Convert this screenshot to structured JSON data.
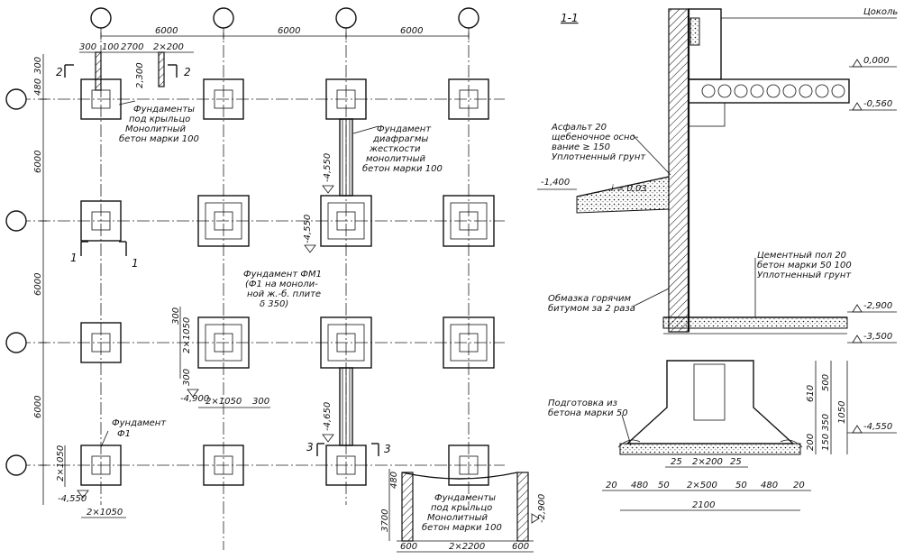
{
  "plan": {
    "top_spans": [
      "6000",
      "6000",
      "6000"
    ],
    "left_spans": [
      "6000",
      "6000",
      "6000"
    ],
    "left_top_dims": [
      "300",
      "480"
    ],
    "top_small_dims": [
      "300",
      "100",
      "2700",
      "2×200"
    ],
    "porch_dim": "2,300",
    "section_marks": {
      "s1": "1",
      "s2": "2",
      "s3": "3"
    },
    "levels": {
      "a": "-4,550",
      "b": "-4,550",
      "c": "-4,900",
      "d": "-4,650",
      "e": "-4,550"
    },
    "fm1_dims": {
      "v1": "300",
      "v2": "2×1050",
      "v3": "300",
      "h1": "2×1050",
      "h2": "300"
    },
    "bottom_left_dims": {
      "v": "2×1050",
      "h": "2×1050"
    },
    "porch_bottom": {
      "h1": "600",
      "h2": "2×2200",
      "h3": "600",
      "v1": "480",
      "v2": "3700",
      "lvl": "-2,900"
    },
    "notes": {
      "porch_top": [
        "Фундаменты",
        "под крыльцо",
        "Монолитный",
        "бетон марки 100"
      ],
      "diaphragm": [
        "Фундамент",
        "диафрагмы",
        "жесткости",
        "монолитный",
        "бетон марки 100"
      ],
      "fm1": [
        "Фундамент ФМ1",
        "(Ф1 на моноли-",
        "ной ж.-б. плите",
        "δ 350)"
      ],
      "f1": [
        "Фундамент",
        "Ф1"
      ],
      "porch_bottom": [
        "Фундаменты",
        "под крыльцо",
        "Монолитный",
        "бетон марки 100"
      ]
    }
  },
  "section": {
    "title": "1-1",
    "top_label": "Цоколь",
    "levels": [
      "0,000",
      "-0,560",
      "-2,900",
      "-3,500",
      "-4,550"
    ],
    "left_level": "-1,400",
    "slope": "i = 0,03",
    "asphalt": [
      "Асфальт 20",
      "щебеночное осно-",
      "вание ≥ 150",
      "Уплотненный грунт"
    ],
    "floor": [
      "Цементный пол 20",
      "бетон марки 50 100",
      "Уплотненный грунт"
    ],
    "bitumen": [
      "Обмазка горячим",
      "битумом за 2 раза"
    ],
    "prep": [
      "Подготовка из",
      "бетона марки 50"
    ],
    "vdims": [
      "610",
      "500",
      "1050",
      "200",
      "350",
      "150"
    ],
    "hdims_top": [
      "25",
      "2×200",
      "25"
    ],
    "hdims_bottom": [
      "20",
      "480",
      "50",
      "2×500",
      "50",
      "480",
      "20"
    ],
    "total": "2100"
  }
}
